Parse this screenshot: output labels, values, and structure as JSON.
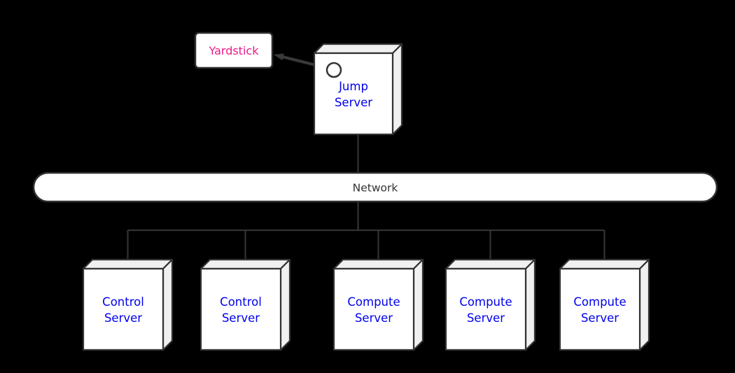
{
  "colors": {
    "background": "#000000",
    "node_fill": "#ffffff",
    "node_side_fill": "#f0f0f0",
    "node_border": "#333333",
    "edge": "#333333",
    "arrow": "#3a3a3a",
    "server_label_text": "#0000ee",
    "yardstick_label_text": "#ed1a8a",
    "network_label_text": "#333333"
  },
  "yardstick": {
    "label": "Yardstick"
  },
  "jump_server": {
    "line1": "Jump",
    "line2": "Server"
  },
  "network": {
    "label": "Network"
  },
  "servers": [
    {
      "line1": "Control",
      "line2": "Server"
    },
    {
      "line1": "Control",
      "line2": "Server"
    },
    {
      "line1": "Compute",
      "line2": "Server"
    },
    {
      "line1": "Compute",
      "line2": "Server"
    },
    {
      "line1": "Compute",
      "line2": "Server"
    }
  ]
}
